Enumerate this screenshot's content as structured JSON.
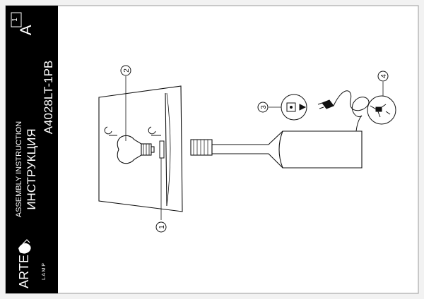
{
  "document": {
    "model": "A4028LT-1PB",
    "page_letter": "A",
    "page_index": "1",
    "title_en": "ASSEMBLY INSTRUCTION",
    "title_ru": "ИНСТРУКЦИЯ",
    "brand": {
      "name": "ARTE",
      "sub": "L A M P"
    }
  },
  "callouts": [
    "1",
    "2",
    "3",
    "4"
  ],
  "colors": {
    "sidebar": "#000000",
    "sheet": "#ffffff",
    "line": "#111111"
  }
}
